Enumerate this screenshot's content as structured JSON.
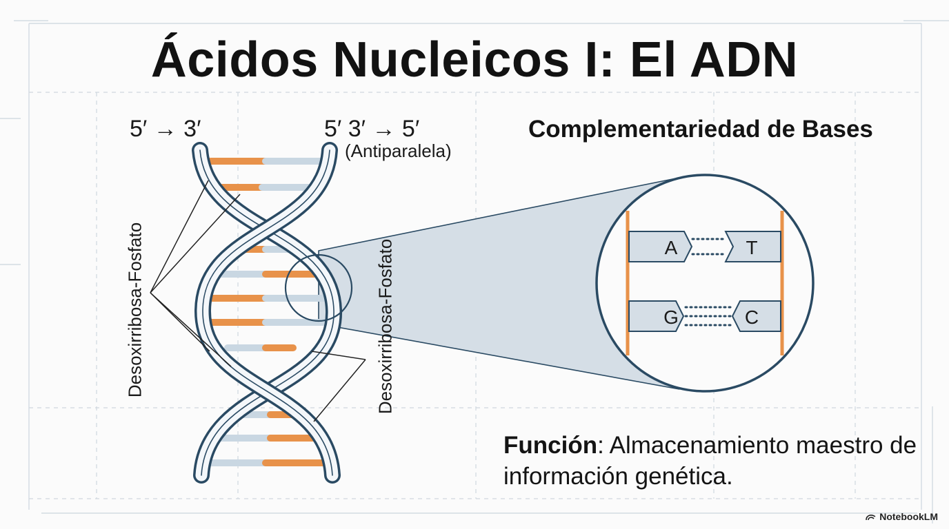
{
  "title": "Ácidos Nucleicos I: El ADN",
  "strand_left_direction": "5′ → 3′",
  "strand_right_direction": "5′  3′ → 5′",
  "antiparallel_label": "(Antiparalela)",
  "backbone_label_left": "Desoxirribosa-Fosfato",
  "backbone_label_right": "Desoxirribosa-Fosfato",
  "zoom": {
    "title": "Complementariedad de Bases",
    "pairs": [
      {
        "left": "A",
        "right": "T"
      },
      {
        "left": "G",
        "right": "C"
      }
    ]
  },
  "function": {
    "label": "Función",
    "text": ": Almacenamiento maestro de información genética."
  },
  "brand": "NotebookLM",
  "colors": {
    "strand": "#2a4a63",
    "base_orange": "#e8924a",
    "base_blue": "#c9d7e2",
    "zoom_fill": "#d5dee6"
  }
}
